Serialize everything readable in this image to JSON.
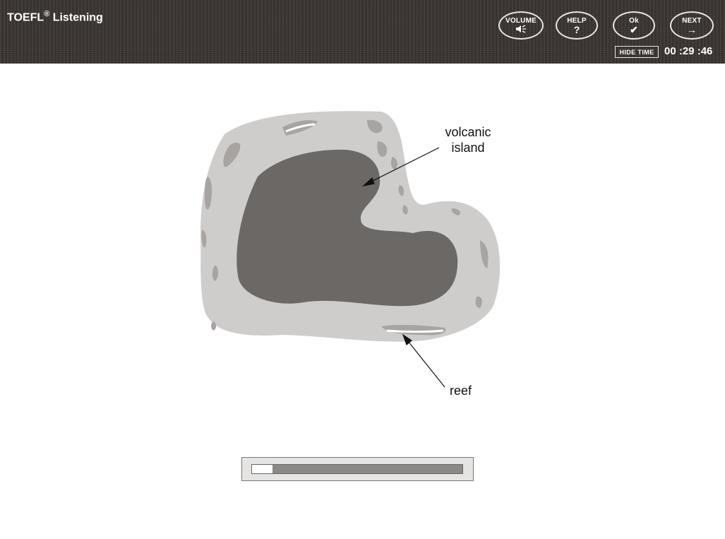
{
  "header": {
    "title": "TOEFL",
    "title_mark": "®",
    "title_suffix": " Listening",
    "buttons": {
      "volume": {
        "label": "VOLUME",
        "icon": "speaker-icon"
      },
      "help": {
        "label": "HELP",
        "icon": "?"
      },
      "ok": {
        "label": "Ok",
        "icon": "✔"
      },
      "next": {
        "label": "NEXT",
        "icon": "→"
      }
    },
    "hide_time_label": "HIDE TIME",
    "timer": "00 :29 :46"
  },
  "figure": {
    "labels": {
      "volcanic_line1": "volcanic",
      "volcanic_line2": "island",
      "reef": "reef"
    },
    "colors": {
      "reef_lagoon": "#cfcdcb",
      "island": "#6b6866",
      "reef_patches": "#a7a4a2"
    }
  },
  "audio": {
    "progress": 0.1,
    "colors": {
      "track": "#8b8885",
      "fill": "#ffffff"
    }
  }
}
